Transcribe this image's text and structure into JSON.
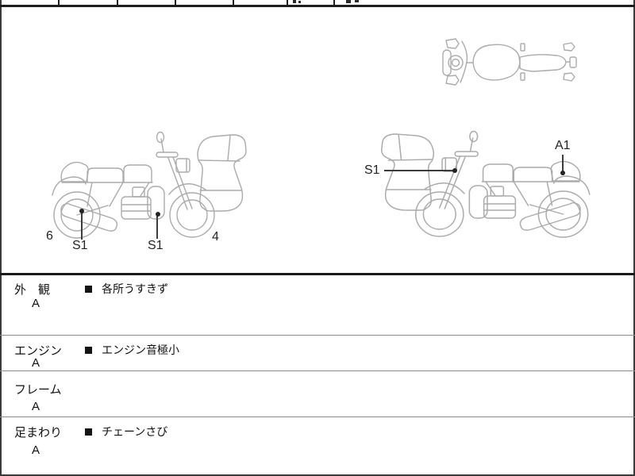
{
  "diagram": {
    "labels": {
      "left_rear_number": "6",
      "left_rear_code": "S1",
      "left_mid_code": "S1",
      "left_front_number": "4",
      "right_front_code": "S1",
      "right_rear_code": "A1"
    }
  },
  "inspection_table": {
    "rows": [
      {
        "category": "外　観",
        "grade": "A",
        "comment": "各所うすきず"
      },
      {
        "category": "エンジン",
        "grade": "A",
        "comment": "エンジン音極小"
      },
      {
        "category": "フレーム",
        "grade": "A",
        "comment": ""
      },
      {
        "category": "足まわり",
        "grade": "A",
        "comment": "チェーンさび"
      }
    ]
  },
  "colors": {
    "drawing_line": "#ababab",
    "text": "#111111",
    "table_border": "#1a1a1a",
    "row_divider": "#8c8c8c"
  }
}
